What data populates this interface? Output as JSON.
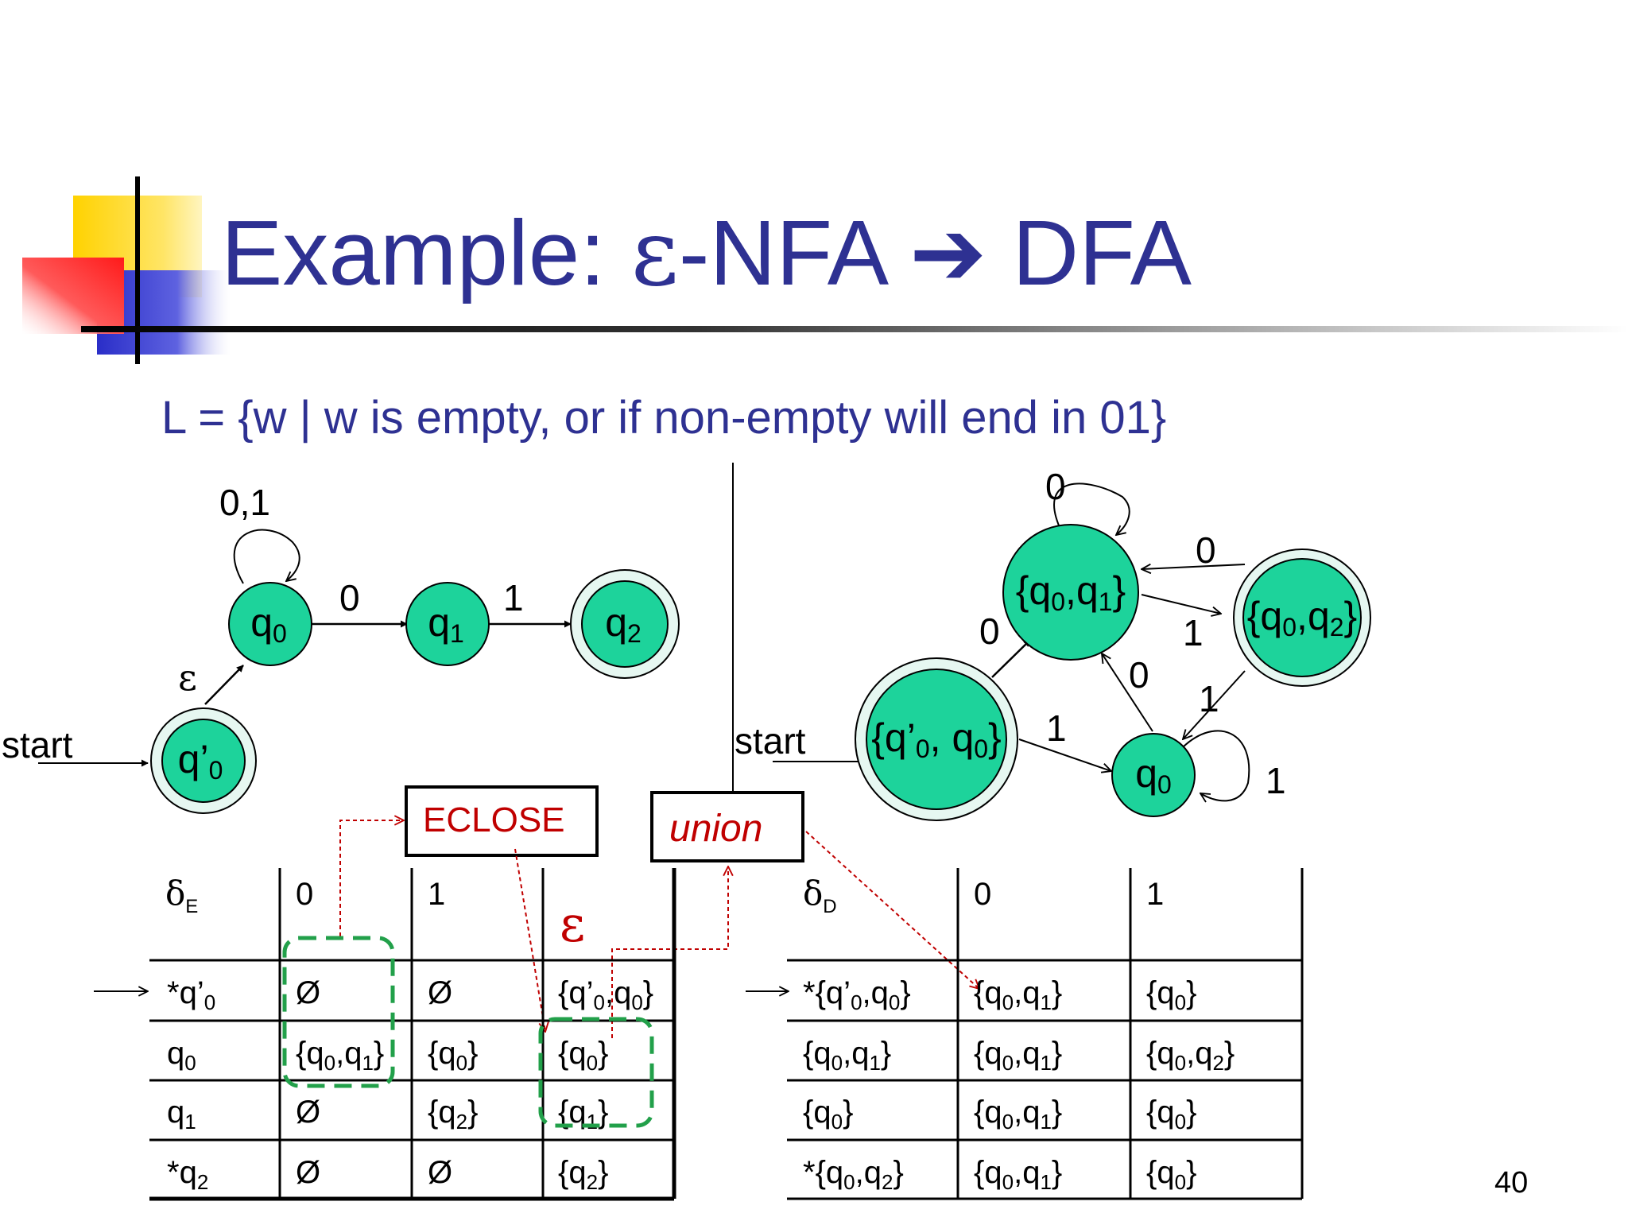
{
  "slide": {
    "title": {
      "prefix": "Example: ",
      "epsilon": "ε",
      "middle": "-NFA ",
      "arrow": "➔",
      "suffix": " DFA"
    },
    "language_line": "L = {w | w is empty, or if non-empty will end in 01}",
    "page_number": "40"
  },
  "colors": {
    "title": "#2e3192",
    "state_fill": "#1dd39b",
    "accept_ring_fill": "#e6f7f1",
    "annotation_red": "#c00000",
    "dash_green": "#22a04a"
  },
  "enfa": {
    "start_label": "start",
    "states": {
      "q0p": {
        "main": "q’",
        "sub": "0"
      },
      "q0": {
        "main": "q",
        "sub": "0"
      },
      "q1": {
        "main": "q",
        "sub": "1"
      },
      "q2": {
        "main": "q",
        "sub": "2"
      }
    },
    "labels": {
      "self_loop": "0,1",
      "q0_q1": "0",
      "q1_q2": "1",
      "epsilon": "ε"
    }
  },
  "dfa": {
    "start_label": "start",
    "states": {
      "A": [
        {
          "t": "{q’"
        },
        {
          "t": "0",
          "s": 1
        },
        {
          "t": ", q"
        },
        {
          "t": "0",
          "s": 1
        },
        {
          "t": "}"
        }
      ],
      "B": [
        {
          "t": "{q"
        },
        {
          "t": "0",
          "s": 1
        },
        {
          "t": ",q"
        },
        {
          "t": "1",
          "s": 1
        },
        {
          "t": "}"
        }
      ],
      "C": [
        {
          "t": "{q"
        },
        {
          "t": "0",
          "s": 1
        },
        {
          "t": ",q"
        },
        {
          "t": "2",
          "s": 1
        },
        {
          "t": "}"
        }
      ],
      "D": [
        {
          "t": "q"
        },
        {
          "t": "0",
          "s": 1
        }
      ]
    },
    "labels": {
      "B_loop": "0",
      "C_to_B": "0",
      "B_to_C": "1",
      "A_to_B": "0",
      "D_to_B": "0",
      "C_to_D": "1",
      "A_to_D": "1",
      "D_loop": "1"
    }
  },
  "callouts": {
    "eclose": "ECLOSE",
    "union": "union",
    "epsilon": "ε"
  },
  "table_e": {
    "symbol": {
      "main": "δ",
      "sub": "E"
    },
    "col_headers": [
      "0",
      "1"
    ],
    "rows": [
      {
        "state": [
          {
            "t": "*q’"
          },
          {
            "t": "0",
            "s": 1
          }
        ],
        "c0": [
          {
            "t": "Ø"
          }
        ],
        "c1": [
          {
            "t": "Ø"
          }
        ],
        "ce": [
          {
            "t": "{q’"
          },
          {
            "t": "0",
            "s": 1
          },
          {
            "t": ",q"
          },
          {
            "t": "0",
            "s": 1
          },
          {
            "t": "}"
          }
        ]
      },
      {
        "state": [
          {
            "t": "q"
          },
          {
            "t": "0",
            "s": 1
          }
        ],
        "c0": [
          {
            "t": "{q"
          },
          {
            "t": "0",
            "s": 1
          },
          {
            "t": ",q"
          },
          {
            "t": "1",
            "s": 1
          },
          {
            "t": "}"
          }
        ],
        "c1": [
          {
            "t": "{q"
          },
          {
            "t": "0",
            "s": 1
          },
          {
            "t": "}"
          }
        ],
        "ce": [
          {
            "t": "{q"
          },
          {
            "t": "0",
            "s": 1
          },
          {
            "t": "}"
          }
        ]
      },
      {
        "state": [
          {
            "t": "q"
          },
          {
            "t": "1",
            "s": 1
          }
        ],
        "c0": [
          {
            "t": "Ø"
          }
        ],
        "c1": [
          {
            "t": "{q"
          },
          {
            "t": "2",
            "s": 1
          },
          {
            "t": "}"
          }
        ],
        "ce": [
          {
            "t": "{q"
          },
          {
            "t": "1",
            "s": 1
          },
          {
            "t": "}"
          }
        ]
      },
      {
        "state": [
          {
            "t": "*q"
          },
          {
            "t": "2",
            "s": 1
          }
        ],
        "c0": [
          {
            "t": "Ø"
          }
        ],
        "c1": [
          {
            "t": "Ø"
          }
        ],
        "ce": [
          {
            "t": "{q"
          },
          {
            "t": "2",
            "s": 1
          },
          {
            "t": "}"
          }
        ]
      }
    ]
  },
  "table_d": {
    "symbol": {
      "main": "δ",
      "sub": "D"
    },
    "col_headers": [
      "0",
      "1"
    ],
    "rows": [
      {
        "state": [
          {
            "t": "*{q’"
          },
          {
            "t": "0",
            "s": 1
          },
          {
            "t": ",q"
          },
          {
            "t": "0",
            "s": 1
          },
          {
            "t": "}"
          }
        ],
        "c0": [
          {
            "t": "{q"
          },
          {
            "t": "0",
            "s": 1
          },
          {
            "t": ",q"
          },
          {
            "t": "1",
            "s": 1
          },
          {
            "t": "}"
          }
        ],
        "c1": [
          {
            "t": "{q"
          },
          {
            "t": "0",
            "s": 1
          },
          {
            "t": "}"
          }
        ]
      },
      {
        "state": [
          {
            "t": "{q"
          },
          {
            "t": "0",
            "s": 1
          },
          {
            "t": ",q"
          },
          {
            "t": "1",
            "s": 1
          },
          {
            "t": "}"
          }
        ],
        "c0": [
          {
            "t": "{q"
          },
          {
            "t": "0",
            "s": 1
          },
          {
            "t": ",q"
          },
          {
            "t": "1",
            "s": 1
          },
          {
            "t": "}"
          }
        ],
        "c1": [
          {
            "t": "{q"
          },
          {
            "t": "0",
            "s": 1
          },
          {
            "t": ",q"
          },
          {
            "t": "2",
            "s": 1
          },
          {
            "t": "}"
          }
        ]
      },
      {
        "state": [
          {
            "t": "{q"
          },
          {
            "t": "0",
            "s": 1
          },
          {
            "t": "}"
          }
        ],
        "c0": [
          {
            "t": "{q"
          },
          {
            "t": "0",
            "s": 1
          },
          {
            "t": ",q"
          },
          {
            "t": "1",
            "s": 1
          },
          {
            "t": "}"
          }
        ],
        "c1": [
          {
            "t": "{q"
          },
          {
            "t": "0",
            "s": 1
          },
          {
            "t": "}"
          }
        ]
      },
      {
        "state": [
          {
            "t": "*{q"
          },
          {
            "t": "0",
            "s": 1
          },
          {
            "t": ",q"
          },
          {
            "t": "2",
            "s": 1
          },
          {
            "t": "}"
          }
        ],
        "c0": [
          {
            "t": "{q"
          },
          {
            "t": "0",
            "s": 1
          },
          {
            "t": ",q"
          },
          {
            "t": "1",
            "s": 1
          },
          {
            "t": "}"
          }
        ],
        "c1": [
          {
            "t": "{q"
          },
          {
            "t": "0",
            "s": 1
          },
          {
            "t": "}"
          }
        ]
      }
    ]
  }
}
